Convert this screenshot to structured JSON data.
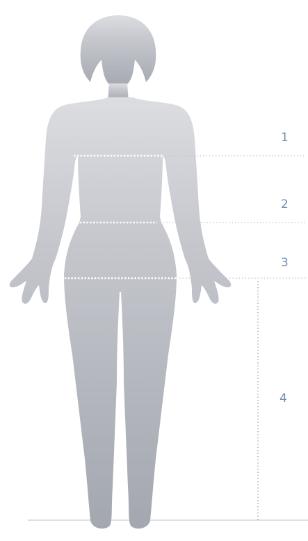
{
  "colors": {
    "silhouette_light": "#d9dade",
    "silhouette_dark": "#a4a8b0",
    "measure_line": "#ffffff",
    "guide_line": "#b9c6d6",
    "label": "#6f8fb3",
    "ground_line": "#c9cdd3"
  },
  "markers": [
    {
      "label": "1"
    },
    {
      "label": "2"
    },
    {
      "label": "3"
    },
    {
      "label": "4"
    }
  ]
}
